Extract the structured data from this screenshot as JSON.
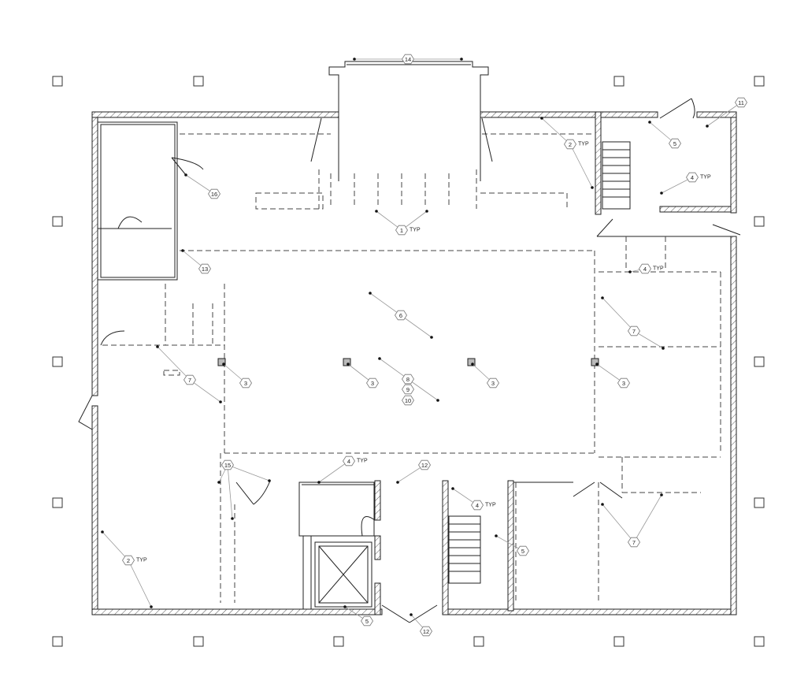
{
  "drawing": {
    "type": "floor-plan",
    "tags": [
      {
        "label": "14",
        "suffix": ""
      },
      {
        "label": "11",
        "suffix": ""
      },
      {
        "label": "2",
        "suffix": "TYP"
      },
      {
        "label": "5",
        "suffix": ""
      },
      {
        "label": "4",
        "suffix": "TYP"
      },
      {
        "label": "16",
        "suffix": ""
      },
      {
        "label": "1",
        "suffix": "TYP"
      },
      {
        "label": "13",
        "suffix": ""
      },
      {
        "label": "4",
        "suffix": "TYP"
      },
      {
        "label": "6",
        "suffix": ""
      },
      {
        "label": "7",
        "suffix": ""
      },
      {
        "label": "3",
        "suffix": ""
      },
      {
        "label": "3",
        "suffix": ""
      },
      {
        "label": "3",
        "suffix": ""
      },
      {
        "label": "3",
        "suffix": ""
      },
      {
        "label": "8",
        "suffix": ""
      },
      {
        "label": "9",
        "suffix": ""
      },
      {
        "label": "10",
        "suffix": ""
      },
      {
        "label": "7",
        "suffix": ""
      },
      {
        "label": "15",
        "suffix": ""
      },
      {
        "label": "4",
        "suffix": "TYP"
      },
      {
        "label": "12",
        "suffix": ""
      },
      {
        "label": "4",
        "suffix": "TYP"
      },
      {
        "label": "5",
        "suffix": ""
      },
      {
        "label": "7",
        "suffix": ""
      },
      {
        "label": "2",
        "suffix": "TYP"
      },
      {
        "label": "5",
        "suffix": ""
      },
      {
        "label": "12",
        "suffix": ""
      }
    ]
  }
}
